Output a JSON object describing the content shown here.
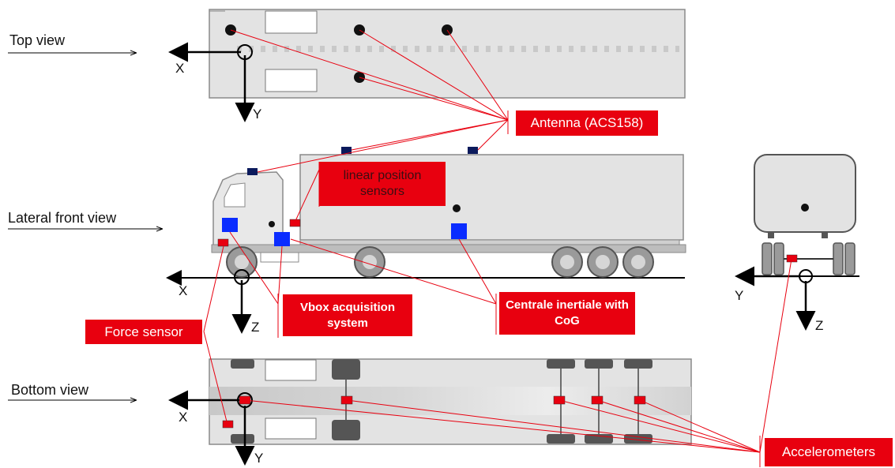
{
  "views": {
    "top": "Top view",
    "lateral": "Lateral front view",
    "bottom": "Bottom view"
  },
  "callouts": {
    "antenna": "Antenna (ACS158)",
    "linear_sensors": "linear position sensors",
    "vbox": "Vbox acquisition system",
    "inertial": "Centrale inertiale with CoG",
    "force": "Force sensor",
    "accelerometers": "Accelerometers"
  },
  "axes": {
    "x": "X",
    "y": "Y",
    "z": "Z"
  },
  "colors": {
    "callout": "#e8000f",
    "leader": "#e8000f",
    "sensor_blue": "#0a2cff",
    "antenna_navy": "#0b1a5c"
  }
}
